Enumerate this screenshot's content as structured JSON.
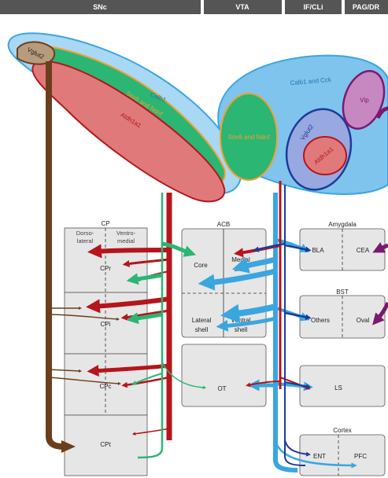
{
  "header": {
    "regions": [
      "SNc",
      "VTA",
      "IF/CLi",
      "PAG/DR"
    ]
  },
  "populations": {
    "vglut2_left": "Vglut2",
    "calb1": "Calb1",
    "sox6_ndnf_snc": "Sox6 and Ndnf",
    "aldh1a1_snc": "Aldh1a1",
    "calb1_cck": "Calb1 and Cck",
    "sox6_ndnf_vta": "Sox6 and Ndnf",
    "vglut2_vta": "Vglut2",
    "aldh1a1_vta": "Aldh1a1",
    "vip": "Vip"
  },
  "targets": {
    "cp": {
      "title": "CP",
      "dorsolateral": [
        "Dorso-",
        "lateral"
      ],
      "ventromedial": [
        "Ventro-",
        "medial"
      ],
      "subregions": [
        "CPr",
        "CPi",
        "CPc",
        "CPt"
      ]
    },
    "acb": {
      "title": "ACB",
      "core": "Core",
      "medial_shell": [
        "Medial",
        "shell"
      ],
      "lateral_shell": [
        "Lateral",
        "shell"
      ],
      "ventral_shell": [
        "Ventral",
        "shell"
      ]
    },
    "ot": "OT",
    "amygdala": {
      "title": "Amygdala",
      "bla": "BLA",
      "cea": "CEA"
    },
    "bst": {
      "title": "BST",
      "others": "Others",
      "oval": "Oval"
    },
    "ls": "LS",
    "cortex": {
      "title": "Cortex",
      "ent": "ENT",
      "pfc": "PFC"
    }
  },
  "colors": {
    "header_bg": "#555555",
    "box_fill": "#e6e6e6",
    "vglut2_brown": "#6b3f1c",
    "calb1_blue": "#7fc4ec",
    "calb1_edge": "#3aa6e0",
    "sox6_green": "#2bb673",
    "sox6_edge": "#f0a030",
    "aldh1a1_red": "#b5151b",
    "aldh1a1_fill": "#e07a7a",
    "vglut2_vta_navy": "#1b3b9c",
    "vip_purple": "#7a1a6e",
    "vip_fill": "#c787c0"
  }
}
